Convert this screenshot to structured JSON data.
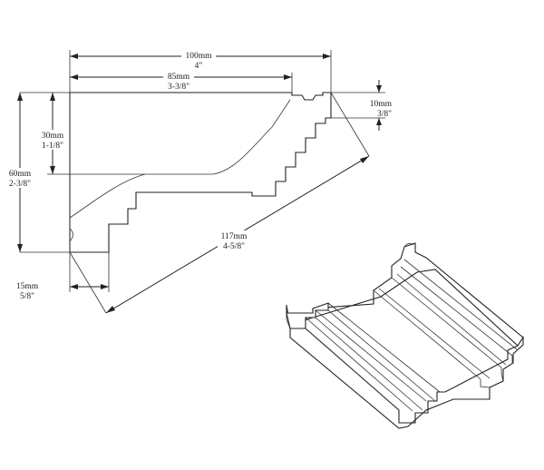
{
  "dimensions": {
    "width_total": {
      "metric": "100mm",
      "imperial": "4\""
    },
    "width_profile": {
      "metric": "85mm",
      "imperial": "3-3/8\""
    },
    "top_step": {
      "metric": "10mm",
      "imperial": "3/8\""
    },
    "upper_height": {
      "metric": "30mm",
      "imperial": "1-1/8\""
    },
    "total_height": {
      "metric": "60mm",
      "imperial": "2-3/8\""
    },
    "diagonal": {
      "metric": "117mm",
      "imperial": "4-5/8\""
    },
    "bottom_step": {
      "metric": "15mm",
      "imperial": "5/8\""
    }
  }
}
